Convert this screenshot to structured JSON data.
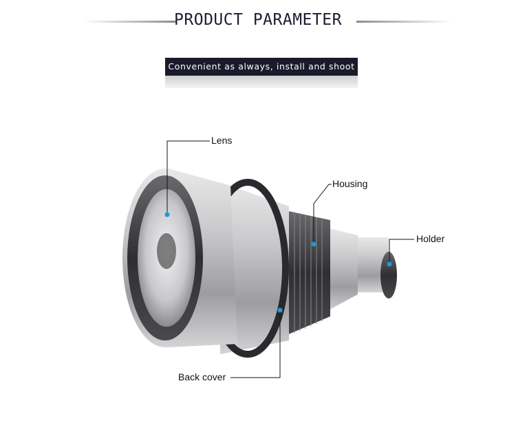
{
  "header": {
    "title": "PRODUCT PARAMETER",
    "subtitle": "Convenient as always, install and shoot"
  },
  "callouts": {
    "lens": "Lens",
    "housing": "Housing",
    "holder": "Holder",
    "back_cover": "Back cover"
  },
  "colors": {
    "banner_bg": "#1a1a2c",
    "title": "#1b1d33",
    "marker_dot": "#1e9bd7"
  }
}
